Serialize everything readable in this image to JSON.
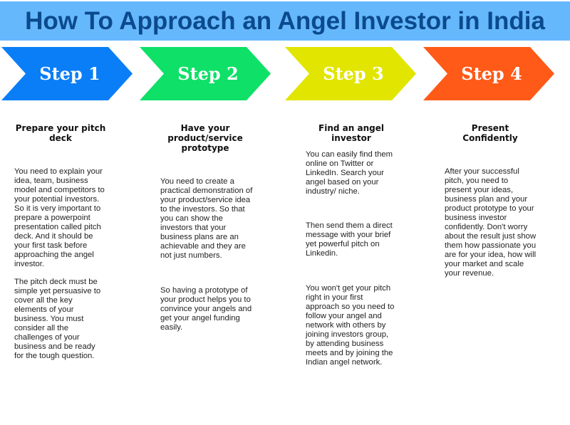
{
  "title": "How To Approach an Angel Investor in India",
  "colors": {
    "banner": "#66b8fd",
    "title": "#0b4a8c",
    "step1": "#0a7ef7",
    "step2": "#0fe068",
    "step3": "#e1e500",
    "step4": "#ff5a17"
  },
  "steps": [
    {
      "label": "Step 1",
      "heading": "Prepare your pitch\ndeck",
      "paragraphs": [
        "You need to explain your\nidea, team, business\nmodel and competitors to\nyour potential investors.\nSo it is very important to\nprepare a powerpoint\npresentation called pitch\ndeck. And it should be\nyour first task before\napproaching the angel\ninvestor.",
        "The pitch deck must be\nsimple yet persuasive to\ncover all the key\nelements of your\nbusiness. You must\nconsider all the\nchallenges of your\nbusiness and be ready\nfor the tough question."
      ]
    },
    {
      "label": "Step 2",
      "heading": "Have your\nproduct/service\nprototype",
      "paragraphs": [
        "You need to create a\npractical demonstration of\nyour product/service idea\nto the investors. So that\nyou can show the\ninvestors that your\nbusiness plans are an\nachievable and they are\nnot just numbers.",
        "So having a prototype of\nyour product helps you to\nconvince your angels and\nget your angel funding\neasily."
      ]
    },
    {
      "label": "Step 3",
      "heading": "Find an angel\ninvestor",
      "paragraphs": [
        "You can easily find them\nonline on Twitter or\nLinkedIn. Search your\nangel based on your\nindustry/ niche.",
        "Then send them a direct\nmessage with your brief\nyet powerful pitch on\nLinkedin.",
        "You won't get your pitch\nright in your first\napproach so you need to\nfollow your angel and\nnetwork with others by\njoining investors group,\nby attending business\nmeets and by joining the\nIndian angel network."
      ]
    },
    {
      "label": "Step 4",
      "heading": "Present\nConfidently",
      "paragraphs": [
        "After your successful\npitch, you need to\npresent your ideas,\nbusiness plan and your\nproduct prototype to your\nbusiness investor\nconfidently. Don't worry\nabout the result just show\nthem how passionate you\nare for your idea, how will\nyour market and scale\nyour revenue."
      ]
    }
  ]
}
